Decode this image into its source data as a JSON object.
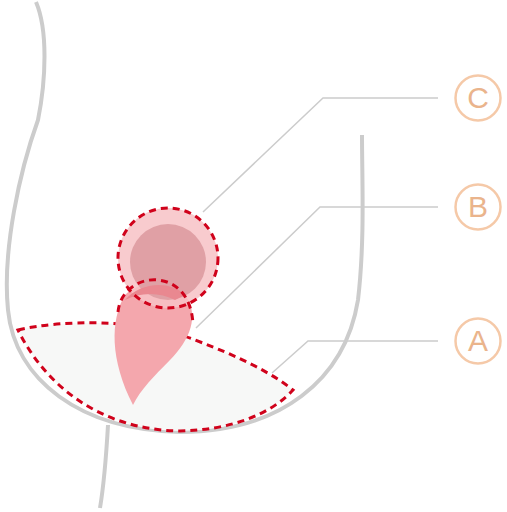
{
  "diagram": {
    "nodes": [
      {
        "text": [
          "C"
        ]
      },
      {
        "text": [
          "B"
        ]
      },
      {
        "text": [
          "A"
        ]
      }
    ]
  }
}
